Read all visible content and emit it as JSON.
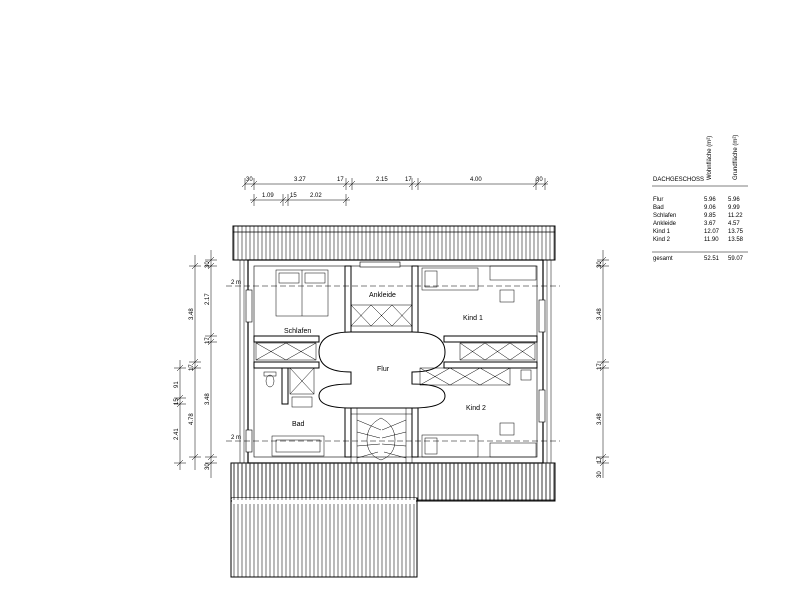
{
  "rooms": {
    "schlafen": "Schlafen",
    "ankleide": "Ankleide",
    "kind1": "Kind 1",
    "flur": "Flur",
    "kind2": "Kind 2",
    "bad": "Bad"
  },
  "level_marks": [
    "2 m",
    "2 m"
  ],
  "dimensions_top": {
    "row1": [
      "30",
      "3.27",
      "17",
      "2.15",
      "17",
      "4.00",
      "30"
    ],
    "row2": [
      "1.09",
      "15",
      "2.02"
    ]
  },
  "dimensions_left": {
    "outer": [
      "30",
      "2.17",
      "17",
      "3.48",
      "30"
    ],
    "middle": [
      "3.48",
      "17",
      "4.78"
    ],
    "inner": [
      "2.41",
      "15",
      "91"
    ]
  },
  "dimensions_right": [
    "30",
    "3.48",
    "17",
    "3.48",
    "17",
    "30"
  ],
  "area_table": {
    "title": "DACHGESCHOSS",
    "col1_header": "Wohnfläche (m²)",
    "col2_header": "Grundfläche (m²)",
    "rows": [
      {
        "name": "Flur",
        "wohn": "5.96",
        "grund": "5.96"
      },
      {
        "name": "Bad",
        "wohn": "9.06",
        "grund": "9.99"
      },
      {
        "name": "Schlafen",
        "wohn": "9.85",
        "grund": "11.22"
      },
      {
        "name": "Ankleide",
        "wohn": "3.67",
        "grund": "4.57"
      },
      {
        "name": "Kind 1",
        "wohn": "12.07",
        "grund": "13.75"
      },
      {
        "name": "Kind 2",
        "wohn": "11.90",
        "grund": "13.58"
      }
    ],
    "total": {
      "name": "gesamt",
      "wohn": "52.51",
      "grund": "59.07"
    }
  }
}
